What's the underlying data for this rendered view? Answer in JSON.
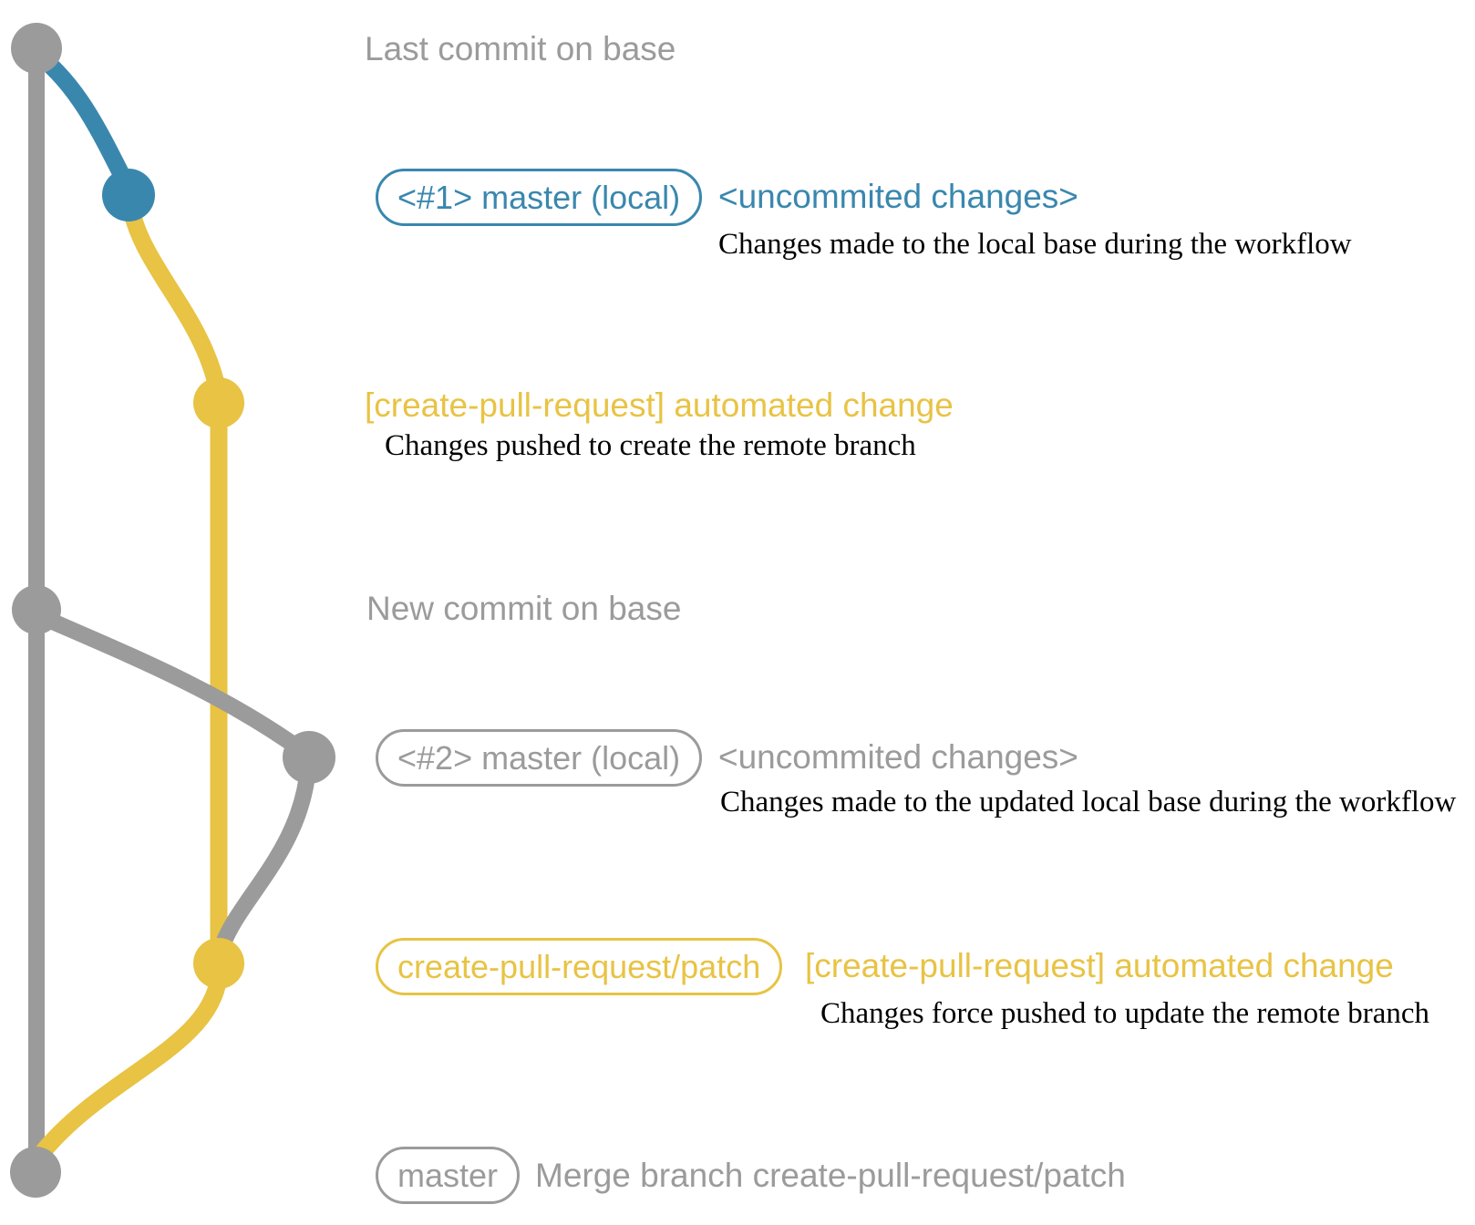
{
  "colors": {
    "gray": "#9b9b9b",
    "blue": "#3a87ae",
    "yellow": "#e8c344",
    "ink": "#000000"
  },
  "rows": {
    "last_commit": {
      "label": "Last commit on base"
    },
    "local1": {
      "badge": "<#1> master (local)",
      "label": "<uncommited changes>",
      "caption": "Changes made to the local base during the workflow"
    },
    "push1": {
      "label": "[create-pull-request] automated change",
      "caption": "Changes pushed to create the remote branch"
    },
    "new_commit": {
      "label": "New commit on base"
    },
    "local2": {
      "badge": "<#2> master (local)",
      "label": "<uncommited changes>",
      "caption": "Changes made to the updated local base during the workflow"
    },
    "push2": {
      "badge": "create-pull-request/patch",
      "label": "[create-pull-request] automated change",
      "caption": "Changes force pushed to update the remote branch"
    },
    "merge": {
      "badge": "master",
      "label": "Merge branch create-pull-request/patch"
    }
  },
  "graph": {
    "branches": [
      {
        "name": "base",
        "color": "#9b9b9b"
      },
      {
        "name": "master (local)",
        "color": "#3a87ae"
      },
      {
        "name": "create-pull-request/patch",
        "color": "#e8c344"
      }
    ],
    "commits": [
      {
        "id": "last-commit-on-base",
        "branch": "base",
        "color": "gray"
      },
      {
        "id": "uncommited-changes-1",
        "branch": "master (local)",
        "color": "blue"
      },
      {
        "id": "automated-change-push",
        "branch": "create-pull-request/patch",
        "color": "yellow"
      },
      {
        "id": "new-commit-on-base",
        "branch": "base",
        "color": "gray"
      },
      {
        "id": "uncommited-changes-2",
        "branch": "master (local)",
        "color": "gray"
      },
      {
        "id": "automated-change-force-push",
        "branch": "create-pull-request/patch",
        "color": "yellow"
      },
      {
        "id": "merge-commit",
        "branch": "base",
        "color": "gray"
      }
    ]
  }
}
